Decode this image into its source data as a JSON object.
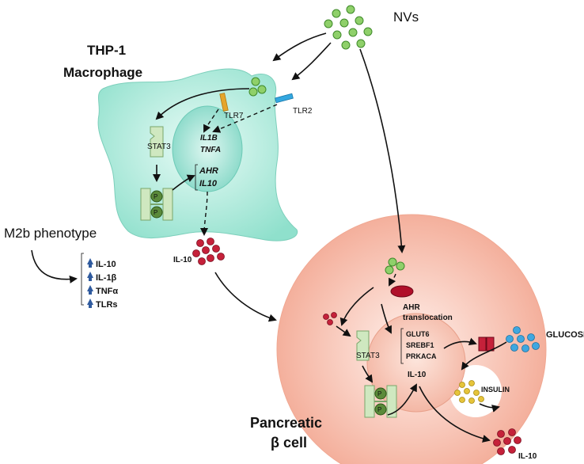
{
  "labels": {
    "nvs": "NVs",
    "macrophage_line1": "THP-1",
    "macrophage_line2": "Macrophage",
    "tlr7": "TLR7",
    "tlr2": "TLR2",
    "stat3_macro": "STAT3",
    "il1b_gene": "IL1B",
    "tnfa_gene": "TNFA",
    "ahr_gene": "AHR",
    "il10_gene": "IL10",
    "p": "P",
    "il10_secreted": "IL-10",
    "m2b_phenotype": "M2b phenotype",
    "ahr_translocation_line1": "AHR",
    "ahr_translocation_line2": "translocation",
    "stat3_beta": "STAT3",
    "glut6": "GLUT6",
    "srebf1": "SREBF1",
    "prkaca": "PRKACA",
    "il10_nucleus": "IL-10",
    "glucose": "GLUCOSE",
    "insulin": "INSULIN",
    "beta_line1": "Pancreatic",
    "beta_line2": "β cell",
    "il10_out": "IL-10"
  },
  "m2b_list": [
    "IL-10",
    "IL-1β",
    "TNFα",
    "TLRs"
  ],
  "colors": {
    "nv_green": "#8fd06a",
    "macrophage_fill": "#a8ebdc",
    "nucleus_macro": "#8fded0",
    "beta_fill": "#f6b6a2",
    "beta_nucleus": "#f8c2b0",
    "il10_red": "#c5213a",
    "glucose_blue": "#3fa7e0",
    "insulin_yellow": "#e6c43a",
    "stat3_green": "#cfe8c0",
    "tlr7_orange": "#e5a52b",
    "tlr2_blue": "#33a7e0",
    "up_arrow": "#2f5a9e"
  },
  "icons": {
    "up_arrow": "up-arrow-icon",
    "phospho": "phosphate-icon"
  }
}
